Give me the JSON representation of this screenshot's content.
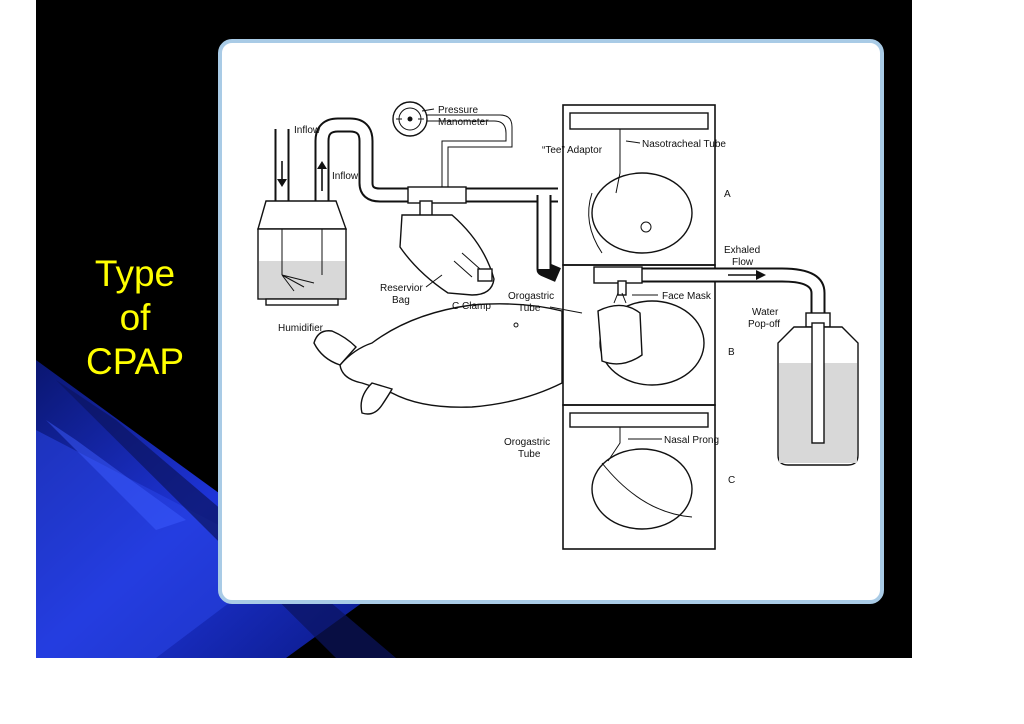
{
  "slide": {
    "title_lines": [
      "Type",
      "of",
      "CPAP"
    ],
    "colors": {
      "background": "#000000",
      "title": "#ffff00",
      "accent_blue": "#1a2fd0",
      "panel_border": "#a9cbe6"
    }
  },
  "diagram": {
    "labels": {
      "inflow_top": "Inflow",
      "inflow_side": "Inflow",
      "pressure": "Pressure",
      "manometer": "Manometer",
      "tee_adaptor": "“Tee” Adaptor",
      "nasotracheal": "Nasotracheal Tube",
      "panel_a": "A",
      "humidifier": "Humidifier",
      "reservior": "Reservior",
      "bag": "Bag",
      "c_clamp": "C Clamp",
      "orogastric1": "Orogastric",
      "tube1": "Tube",
      "face_mask": "Face Mask",
      "exhaled": "Exhaled",
      "flow": "Flow",
      "water": "Water",
      "popoff": "Pop-off",
      "panel_b": "B",
      "orogastric2": "Orogastric",
      "tube2": "Tube",
      "nasal_prong": "Nasal   Prong",
      "panel_c": "C"
    }
  }
}
